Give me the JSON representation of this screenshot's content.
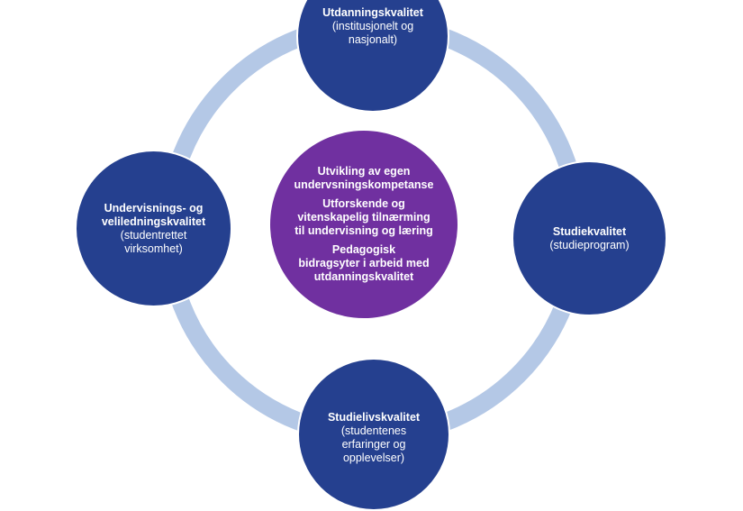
{
  "colors": {
    "ring": "#b4c8e6",
    "outer_node": "#25408f",
    "center_node": "#7030a0",
    "text": "#ffffff"
  },
  "nodes": {
    "top": {
      "title": "Utdanningskvalitet",
      "subtitle_lines": [
        "(institusjonelt og",
        "nasjonalt)"
      ]
    },
    "right": {
      "title": "Studiekvalitet",
      "subtitle_lines": [
        "(studieprogram)"
      ]
    },
    "bottom": {
      "title": "Studielivskvalitet",
      "subtitle_lines": [
        "(studentenes",
        "erfaringer og",
        "opplevelser)"
      ]
    },
    "left": {
      "title_lines": [
        "Undervisnings- og",
        "veliledningskvalitet"
      ],
      "subtitle_lines": [
        "(studentrettet",
        "virksomhet)"
      ]
    }
  },
  "center": {
    "items": [
      [
        "Utvikling av egen",
        "undervsningskompetanse"
      ],
      [
        "Utforskende og",
        "vitenskapelig tilnærming",
        "til undervisning og læring"
      ],
      [
        "Pedagogisk",
        "bidragsyter i arbeid med",
        "utdanningskvalitet"
      ]
    ]
  }
}
